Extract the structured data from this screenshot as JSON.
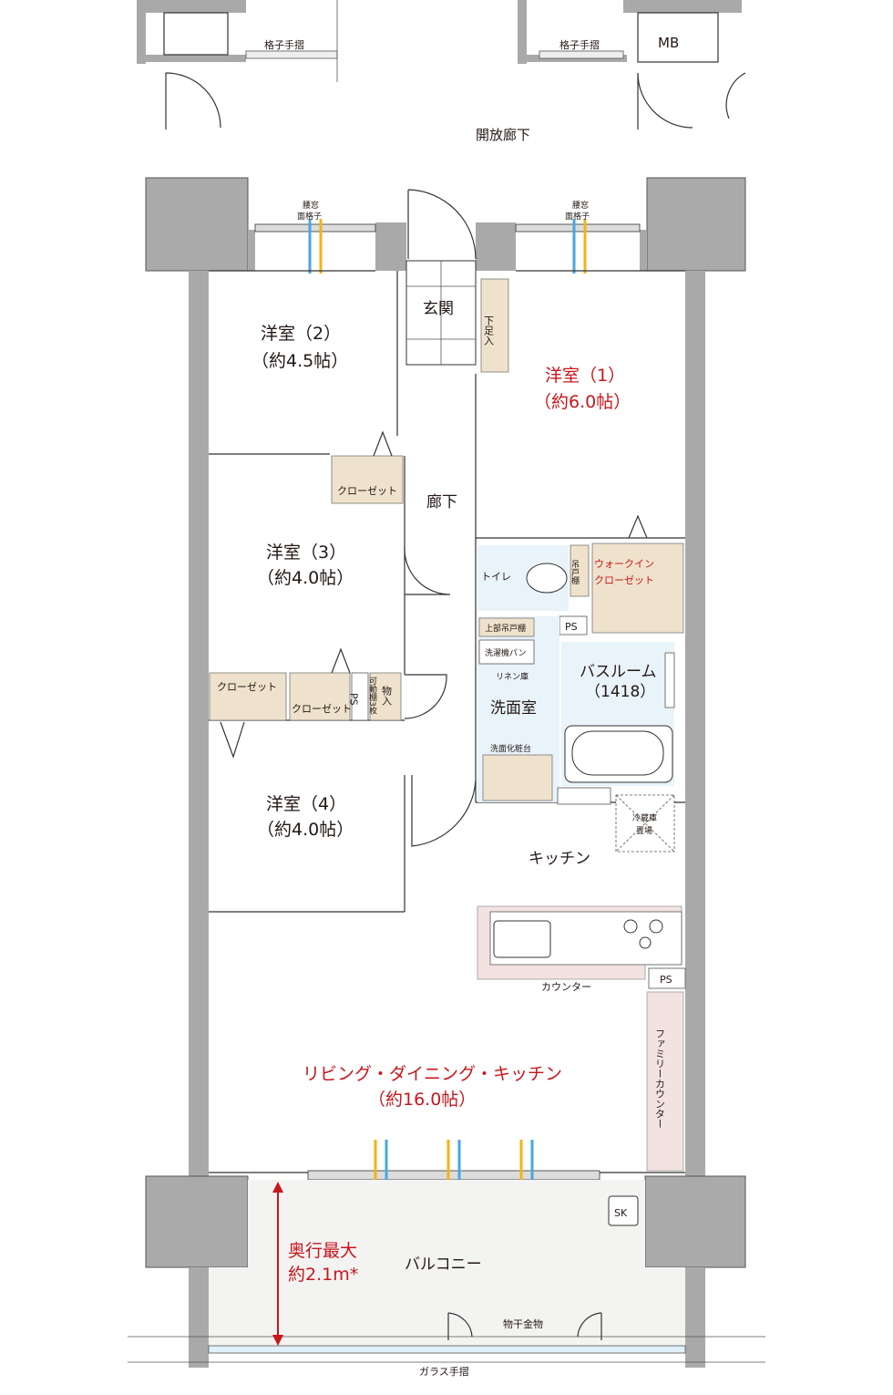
{
  "labels": {
    "corridor": "開放廊下",
    "lattice_rail": "格子手摺",
    "mb": "MB",
    "waist_window_1": "腰窓",
    "waist_window_2": "面格子",
    "entrance": "玄関",
    "shoe_box": "下足入",
    "hallway": "廊下",
    "room1_name": "洋室（1）",
    "room1_area": "（約6.0帖）",
    "room2_name": "洋室（2）",
    "room2_area": "（約4.5帖）",
    "room3_name": "洋室（3）",
    "room3_area": "（約4.0帖）",
    "room4_name": "洋室（4）",
    "room4_area": "（約4.0帖）",
    "closet": "クローゼット",
    "walk_in_1": "ウォークイン",
    "walk_in_2": "クローゼット",
    "toilet": "トイレ",
    "toilet_shelf": "吊戸棚",
    "ps": "PS",
    "upper_cabinet": "上部吊戸棚",
    "washer_pan": "洗濯機パン",
    "linen": "リネン庫",
    "washroom": "洗面室",
    "vanity": "洗面化粧台",
    "bathroom_name": "バスルーム",
    "bathroom_size": "（1418）",
    "fridge_1": "冷蔵庫",
    "fridge_2": "置場",
    "kitchen": "キッチン",
    "counter": "カウンター",
    "family_counter": "ファミリーカウンター",
    "ldk_name": "リビング・ダイニング・キッチン",
    "ldk_area": "（約16.0帖）",
    "balcony": "バルコニー",
    "depth_1": "奥行最大",
    "depth_2": "約2.1m*",
    "sk": "SK",
    "clothes_rack": "物干金物",
    "glass_rail": "ガラス手摺",
    "storage": "物入",
    "movable_shelf": "可動棚3枚"
  }
}
